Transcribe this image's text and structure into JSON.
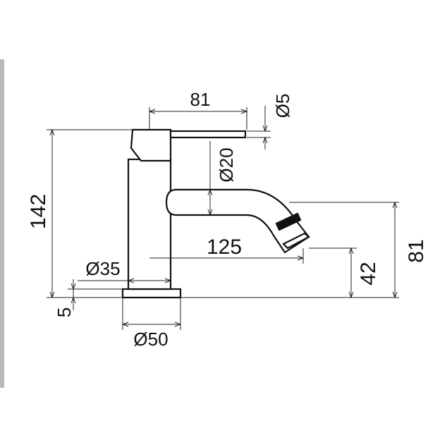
{
  "colors": {
    "line": "#111111",
    "sidebar": "#b9b9b9",
    "background": "#ffffff"
  },
  "dimensions": {
    "handle_length": "81",
    "handle_thickness": "Ø5",
    "spout_diameter": "Ø20",
    "total_height": "142",
    "spout_reach": "125",
    "body_diameter": "Ø35",
    "base_thickness": "5",
    "base_diameter": "Ø50",
    "outlet_height": "42",
    "spout_height": "81"
  }
}
